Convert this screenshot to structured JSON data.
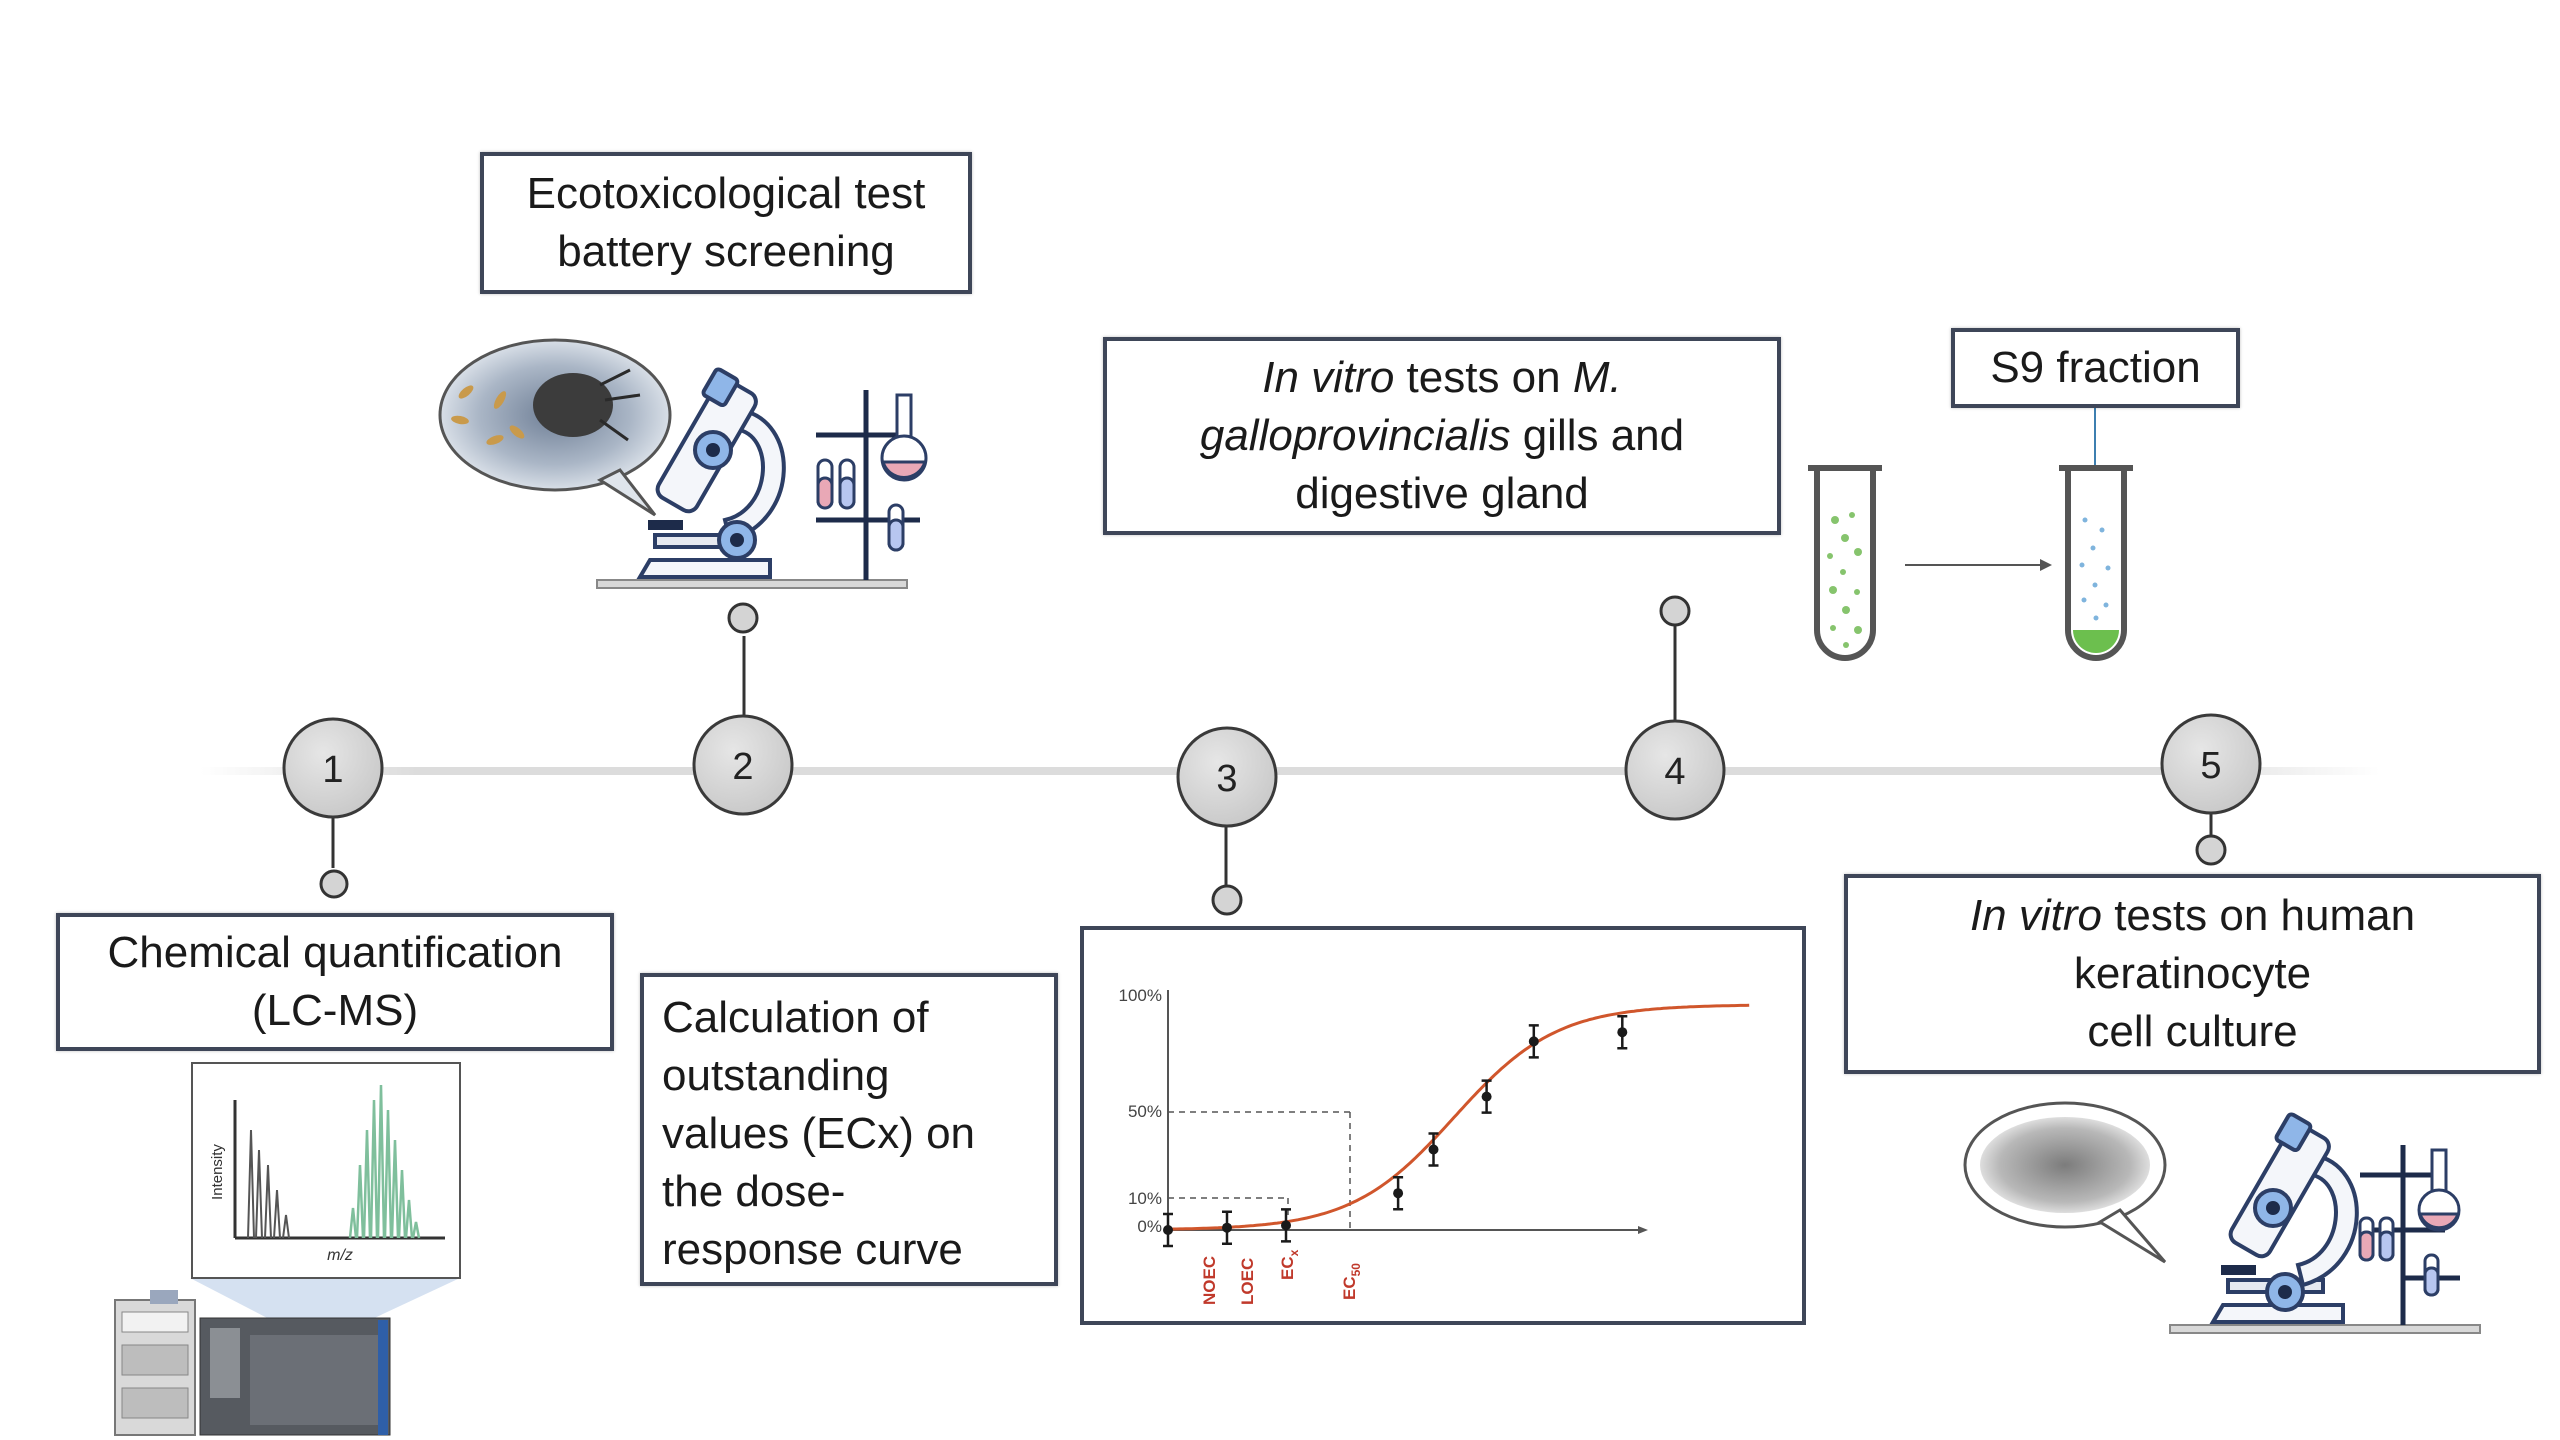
{
  "steps": [
    {
      "number": "1",
      "label_lines": [
        "Chemical quantification",
        "(LC-MS)"
      ]
    },
    {
      "number": "2",
      "label_lines": [
        "Ecotoxicological test",
        "battery screening"
      ]
    },
    {
      "number": "3",
      "label_lines": [
        "Calculation of",
        "outstanding",
        "values (ECx) on",
        "the dose-",
        "response curve"
      ]
    },
    {
      "number": "4",
      "label_parts": {
        "l1_italic_a": "In vitro",
        "l1_plain": " tests on ",
        "l1_italic_b": "M.",
        "l2_italic": "galloprovincialis",
        "l2_plain": " gills and",
        "l3": "digestive gland"
      }
    },
    {
      "number": "5",
      "label_parts": {
        "l1_italic": "In vitro",
        "l1_plain": " tests on human",
        "l2": "keratinocyte",
        "l3": "cell culture"
      }
    }
  ],
  "s9_label": "S9 fraction",
  "spectrum": {
    "ylabel": "Intensity",
    "xlabel": "m/z"
  },
  "chart_data": {
    "type": "line",
    "y_tick_labels": [
      "100%",
      "50%",
      "10%",
      "0%"
    ],
    "x_markers": [
      "NOEC",
      "LOEC",
      "EC",
      "EC"
    ],
    "x_marker_subscripts": [
      "",
      "",
      "x",
      "50"
    ],
    "points": [
      {
        "x": 0.0,
        "y": 0
      },
      {
        "x": 1.0,
        "y": 1
      },
      {
        "x": 2.0,
        "y": 2
      },
      {
        "x": 3.9,
        "y": 16
      },
      {
        "x": 4.5,
        "y": 35
      },
      {
        "x": 5.4,
        "y": 58
      },
      {
        "x": 6.2,
        "y": 82
      },
      {
        "x": 7.7,
        "y": 86
      }
    ],
    "curve": {
      "bottom": 0,
      "top": 98,
      "x50": 4.85,
      "slope": 1.15
    },
    "y_range": [
      0,
      100
    ],
    "curve_color": "#d0562c"
  }
}
